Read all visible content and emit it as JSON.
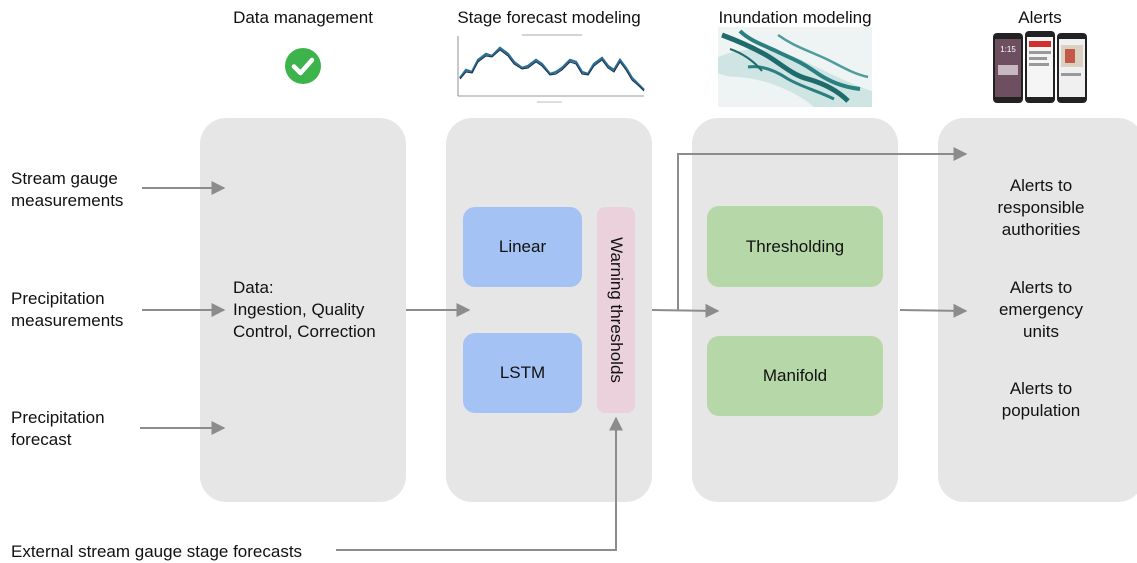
{
  "columns": {
    "data_management": "Data management",
    "stage_forecast": "Stage forecast modeling",
    "inundation": "Inundation modeling",
    "alerts": "Alerts"
  },
  "inputs": {
    "stream_gauge": [
      "Stream gauge",
      "measurements"
    ],
    "precip_measurements": [
      "Precipitation",
      "measurements"
    ],
    "precip_forecast": [
      "Precipitation",
      "forecast"
    ],
    "external": "External stream gauge stage forecasts"
  },
  "data_panel": [
    "Data:",
    "Ingestion, Quality",
    "Control, Correction"
  ],
  "models": {
    "linear": "Linear",
    "lstm": "LSTM",
    "warning": "Warning thresholds"
  },
  "inundation_models": {
    "thresholding": "Thresholding",
    "manifold": "Manifold"
  },
  "alerts": {
    "authorities": [
      "Alerts to",
      "responsible",
      "authorities"
    ],
    "emergency": [
      "Alerts to",
      "emergency",
      "units"
    ],
    "population": [
      "Alerts to",
      "population"
    ]
  },
  "thumbnail_phone_time": "1:15",
  "colors": {
    "panel": "#e7e6e6",
    "model_box": "#a4c2f4",
    "inundation_box": "#b6d7a8",
    "threshold_bar": "#ead1dc",
    "arrow": "#8c8c8c",
    "check": "#3cb44b"
  }
}
